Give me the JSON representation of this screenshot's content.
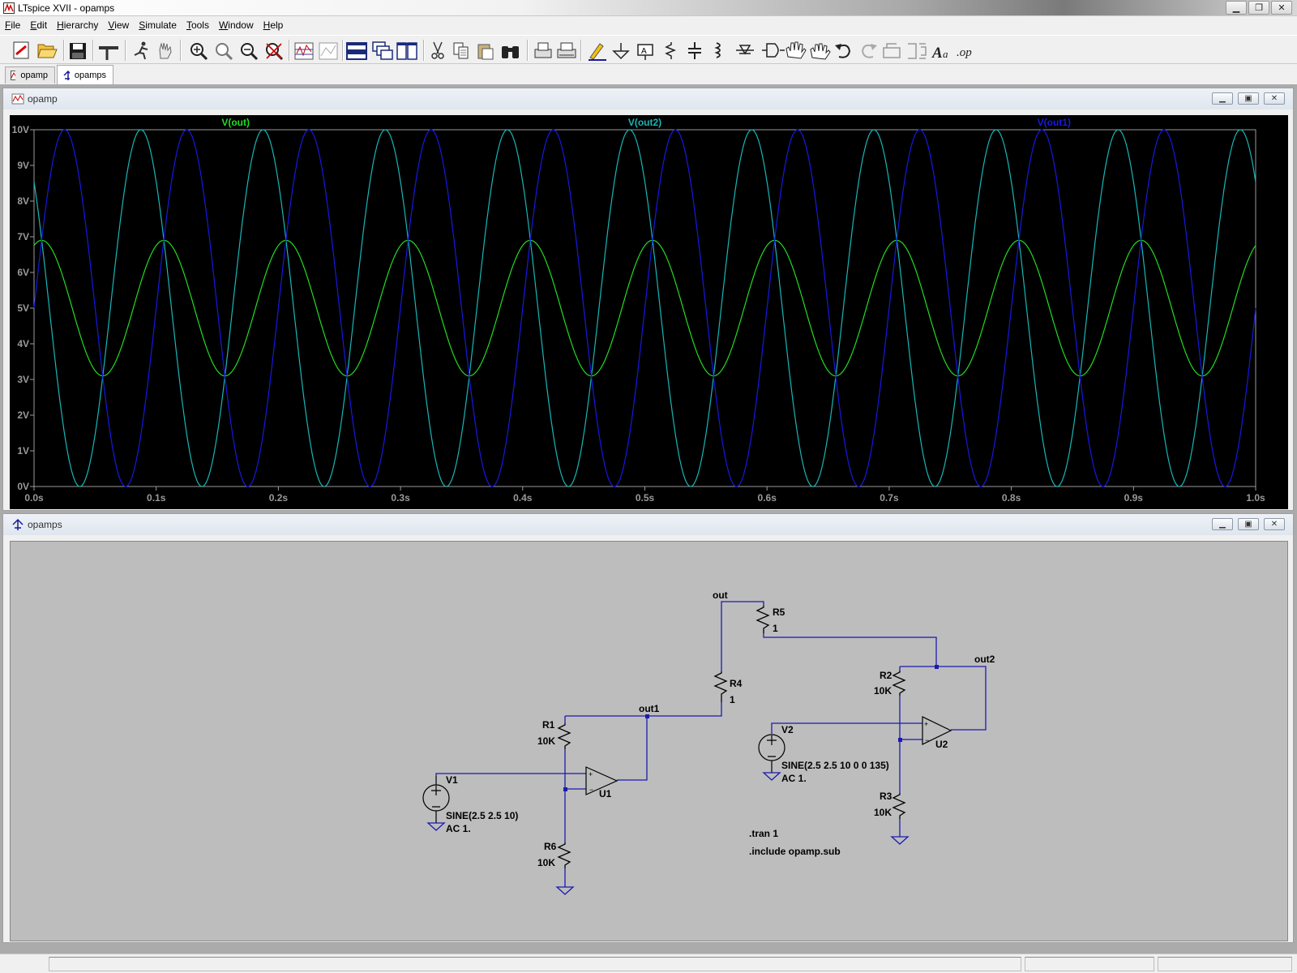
{
  "window": {
    "title": "LTspice XVII - opamps"
  },
  "menu": [
    {
      "pre": "",
      "key": "F",
      "post": "ile"
    },
    {
      "pre": "",
      "key": "E",
      "post": "dit"
    },
    {
      "pre": "",
      "key": "H",
      "post": "ierarchy"
    },
    {
      "pre": "",
      "key": "V",
      "post": "iew"
    },
    {
      "pre": "",
      "key": "S",
      "post": "imulate"
    },
    {
      "pre": "",
      "key": "T",
      "post": "ools"
    },
    {
      "pre": "",
      "key": "W",
      "post": "indow"
    },
    {
      "pre": "",
      "key": "H",
      "post": "elp"
    }
  ],
  "toolbar_icons": [
    "new-schematic-icon",
    "open-icon",
    "save-icon",
    "control-panel-icon",
    "run-icon",
    "halt-icon",
    "zoom-in-icon",
    "zoom-full-icon",
    "zoom-out-icon",
    "zoom-cancel-icon",
    "autorange-icon",
    "cursor-icon",
    "tile-horizontal-icon",
    "cascade-icon",
    "tile-vertical-icon",
    "cut-icon",
    "copy-icon",
    "paste-icon",
    "find-icon",
    "print-preview-icon",
    "print-icon",
    "wire-icon",
    "ground-icon",
    "label-icon",
    "resistor-icon",
    "capacitor-icon",
    "inductor-icon",
    "diode-icon",
    "component-icon",
    "move-icon",
    "drag-icon",
    "undo-icon",
    "redo-icon",
    "rotate-icon",
    "mirror-icon",
    "text-icon",
    "spice-directive-icon"
  ],
  "toolbar_op_label": ".op",
  "tabs": [
    {
      "label": "opamp",
      "active": false
    },
    {
      "label": "opamps",
      "active": true
    }
  ],
  "waveform": {
    "title": "opamp",
    "traces": [
      {
        "label": "V(out)",
        "color": "#22dd22"
      },
      {
        "label": "V(out2)",
        "color": "#18b6b6"
      },
      {
        "label": "V(out1)",
        "color": "#1818e0"
      }
    ]
  },
  "chart_data": {
    "type": "line",
    "xlabel": "",
    "ylabel": "",
    "xlim": [
      0,
      1.0
    ],
    "ylim": [
      0,
      10
    ],
    "x_ticks": [
      "0.0s",
      "0.1s",
      "0.2s",
      "0.3s",
      "0.4s",
      "0.5s",
      "0.6s",
      "0.7s",
      "0.8s",
      "0.9s",
      "1.0s"
    ],
    "y_ticks": [
      "0V",
      "1V",
      "2V",
      "3V",
      "4V",
      "5V",
      "6V",
      "7V",
      "8V",
      "9V",
      "10V"
    ],
    "series": [
      {
        "name": "V(out)",
        "color": "#22dd22",
        "function": "sine",
        "offset": 5.0,
        "amplitude": 1.9,
        "frequency": 10,
        "phase_deg": 67.5
      },
      {
        "name": "V(out2)",
        "color": "#18b6b6",
        "function": "sine",
        "offset": 5.0,
        "amplitude": 5.0,
        "frequency": 10,
        "phase_deg": 135
      },
      {
        "name": "V(out1)",
        "color": "#1818e0",
        "function": "sine",
        "offset": 5.0,
        "amplitude": 5.0,
        "frequency": 10,
        "phase_deg": 0
      }
    ]
  },
  "schematic": {
    "title": "opamps",
    "labels": {
      "out": "out",
      "out1": "out1",
      "out2": "out2",
      "r1": "R1",
      "r1v": "10K",
      "r2": "R2",
      "r2v": "10K",
      "r3": "R3",
      "r3v": "10K",
      "r4": "R4",
      "r4v": "1",
      "r5": "R5",
      "r5v": "1",
      "r6": "R6",
      "r6v": "10K",
      "u1": "U1",
      "u2": "U2",
      "v1": "V1",
      "v1s": "SINE(2.5 2.5 10)",
      "v1ac": "AC 1.",
      "v2": "V2",
      "v2s": "SINE(2.5 2.5 10 0 0 135)",
      "v2ac": "AC 1.",
      "tran": ".tran 1",
      "include": ".include opamp.sub"
    }
  },
  "colors": {
    "wire": "#1b1bb0",
    "schematic_bg": "#bdbdbd",
    "plot_bg": "#000000",
    "text": "#000000"
  }
}
